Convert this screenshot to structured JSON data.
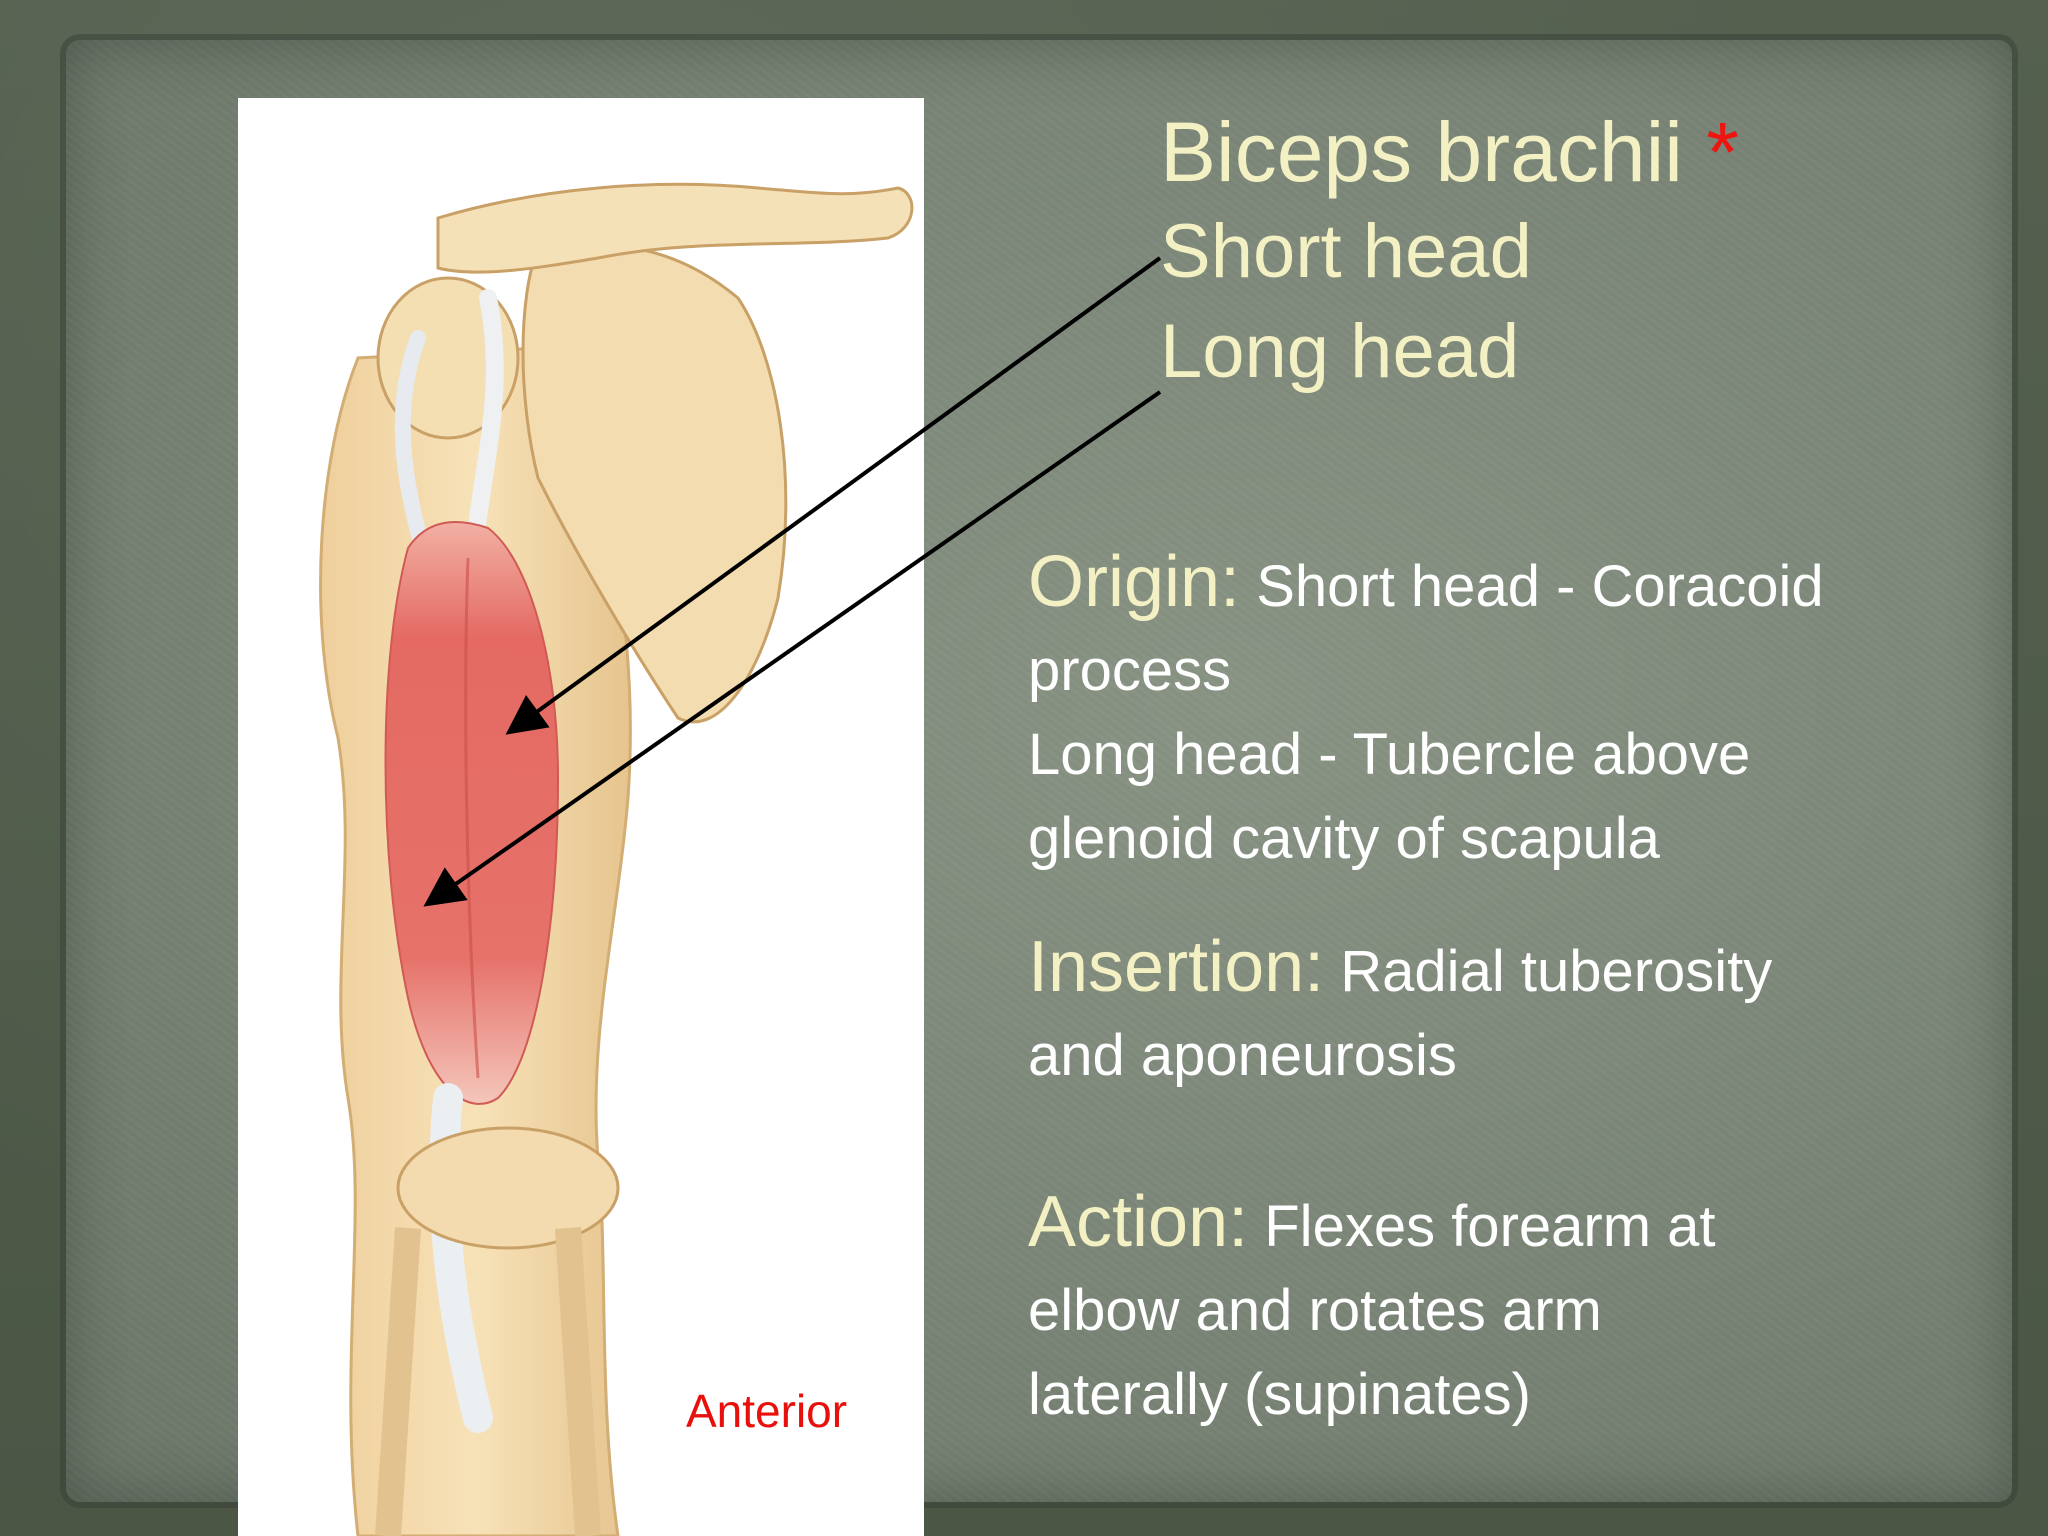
{
  "slide": {
    "title": "Biceps brachii",
    "title_marker": "*",
    "heads": [
      "Short head",
      "Long head"
    ],
    "figure_label": "Anterior",
    "origin": {
      "heading": "Origin:",
      "lines": [
        "Short head - Coracoid",
        "process",
        "Long head - Tubercle above",
        "glenoid cavity of scapula"
      ]
    },
    "insertion": {
      "heading": "Insertion:",
      "lines": [
        "Radial tuberosity",
        "and aponeurosis"
      ]
    },
    "action": {
      "heading": "Action:",
      "lines": [
        "Flexes forearm at",
        "elbow and rotates arm",
        "laterally (supinates)"
      ]
    }
  },
  "colors": {
    "heading_yellow": "#f3f1c4",
    "marker_red": "#ee1410",
    "body_text": "#ffffff",
    "muscle": "#e46a63",
    "bone": "#f2dcae"
  }
}
